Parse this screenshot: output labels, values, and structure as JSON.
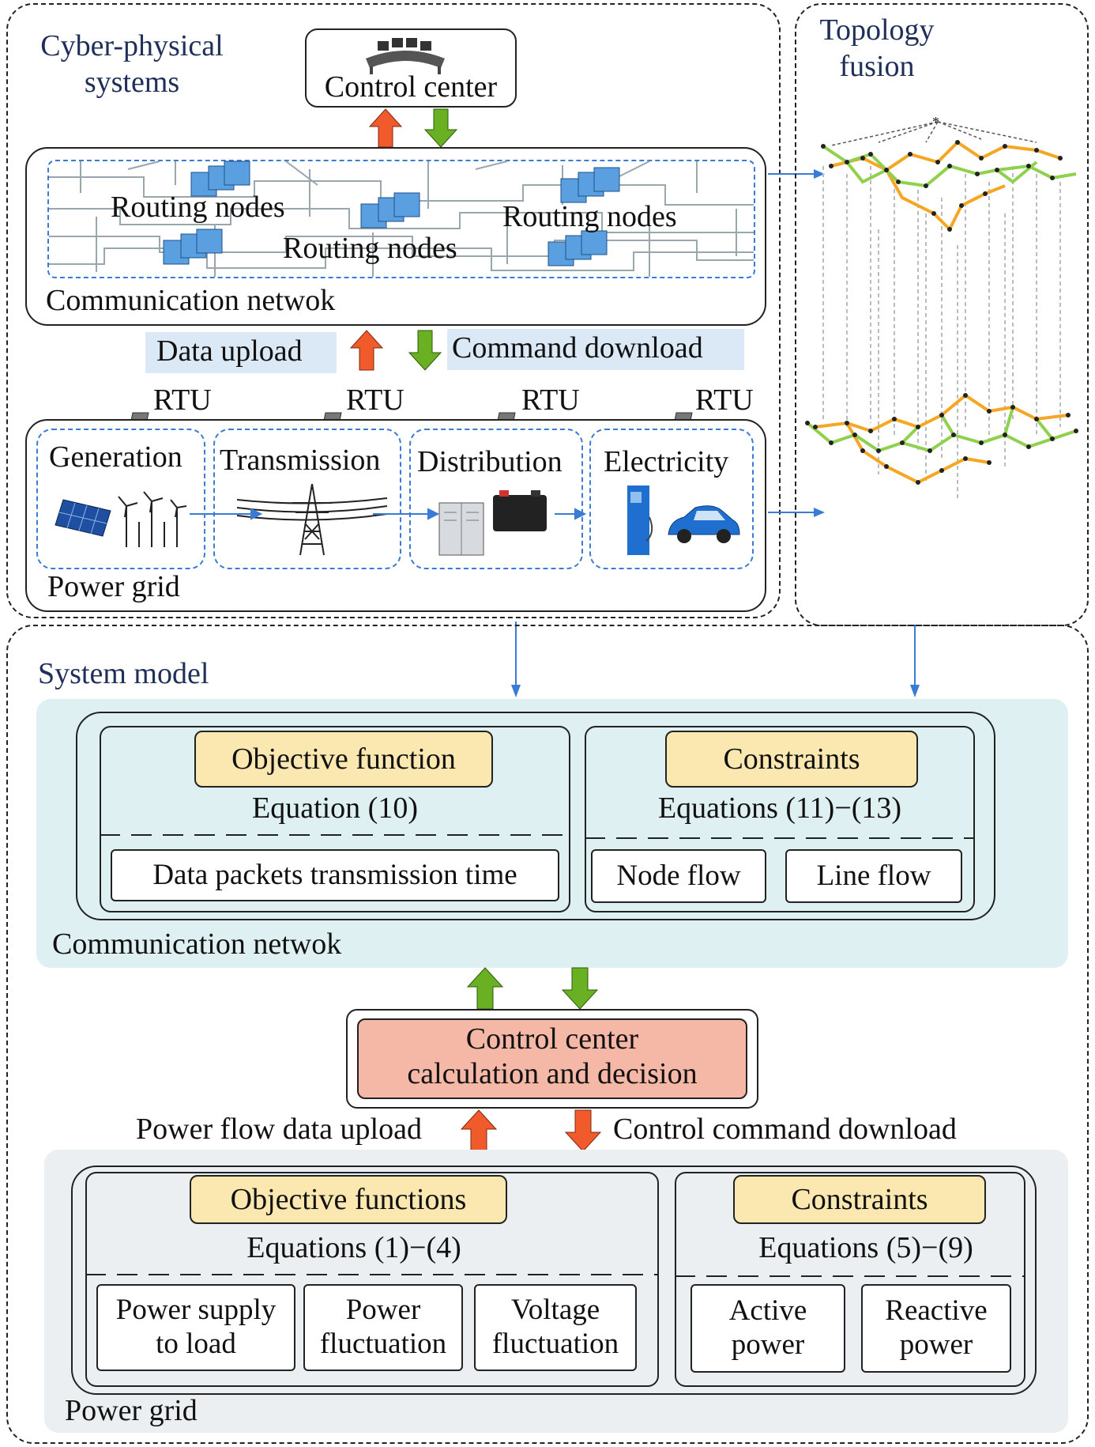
{
  "cps": {
    "title": "Cyber-physical systems",
    "control_center": "Control center",
    "routing_labels": [
      "Routing nodes",
      "Routing nodes",
      "Routing nodes"
    ],
    "comm_label": "Communication netwok",
    "data_upload": "Data upload",
    "command_download": "Command download",
    "rtu": [
      "RTU",
      "RTU",
      "RTU",
      "RTU"
    ],
    "stages": [
      "Generation",
      "Transmission",
      "Distribution",
      "Electricity"
    ],
    "power_grid_label": "Power grid"
  },
  "topology": {
    "title": "Topology fusion"
  },
  "system_model": {
    "title": "System model",
    "comm": {
      "objective_label": "Objective function",
      "objective_eq": "Equation (10)",
      "objective_item": "Data packets transmission time",
      "constraints_label": "Constraints",
      "constraints_eq": "Equations (11)−(13)",
      "constraint_items": [
        "Node flow",
        "Line flow"
      ],
      "panel_label": "Communication netwok"
    },
    "control": {
      "line1": "Control center",
      "line2": "calculation and decision",
      "upload": "Power flow data upload",
      "download": "Control command download"
    },
    "grid": {
      "objective_label": "Objective functions",
      "objective_eq": "Equations (1)−(4)",
      "objective_items": [
        [
          "Power supply",
          "to load"
        ],
        [
          "Power",
          "fluctuation"
        ],
        [
          "Voltage",
          "fluctuation"
        ]
      ],
      "constraints_label": "Constraints",
      "constraints_eq": "Equations (5)−(9)",
      "constraint_items": [
        [
          "Active",
          "power"
        ],
        [
          "Reactive",
          "power"
        ]
      ],
      "panel_label": "Power grid"
    }
  },
  "colors": {
    "up_arrow": "#f15a2b",
    "down_arrow": "#6ab023",
    "blue_dash": "#3a7bd5",
    "comm_panel_bg": "#dff0f2",
    "grid_panel_bg": "#eceff1",
    "yellow_label": "#fbe7b0",
    "control_box": "#f6b8a6",
    "topo_orange": "#f5a623",
    "topo_green": "#8fd14f"
  }
}
